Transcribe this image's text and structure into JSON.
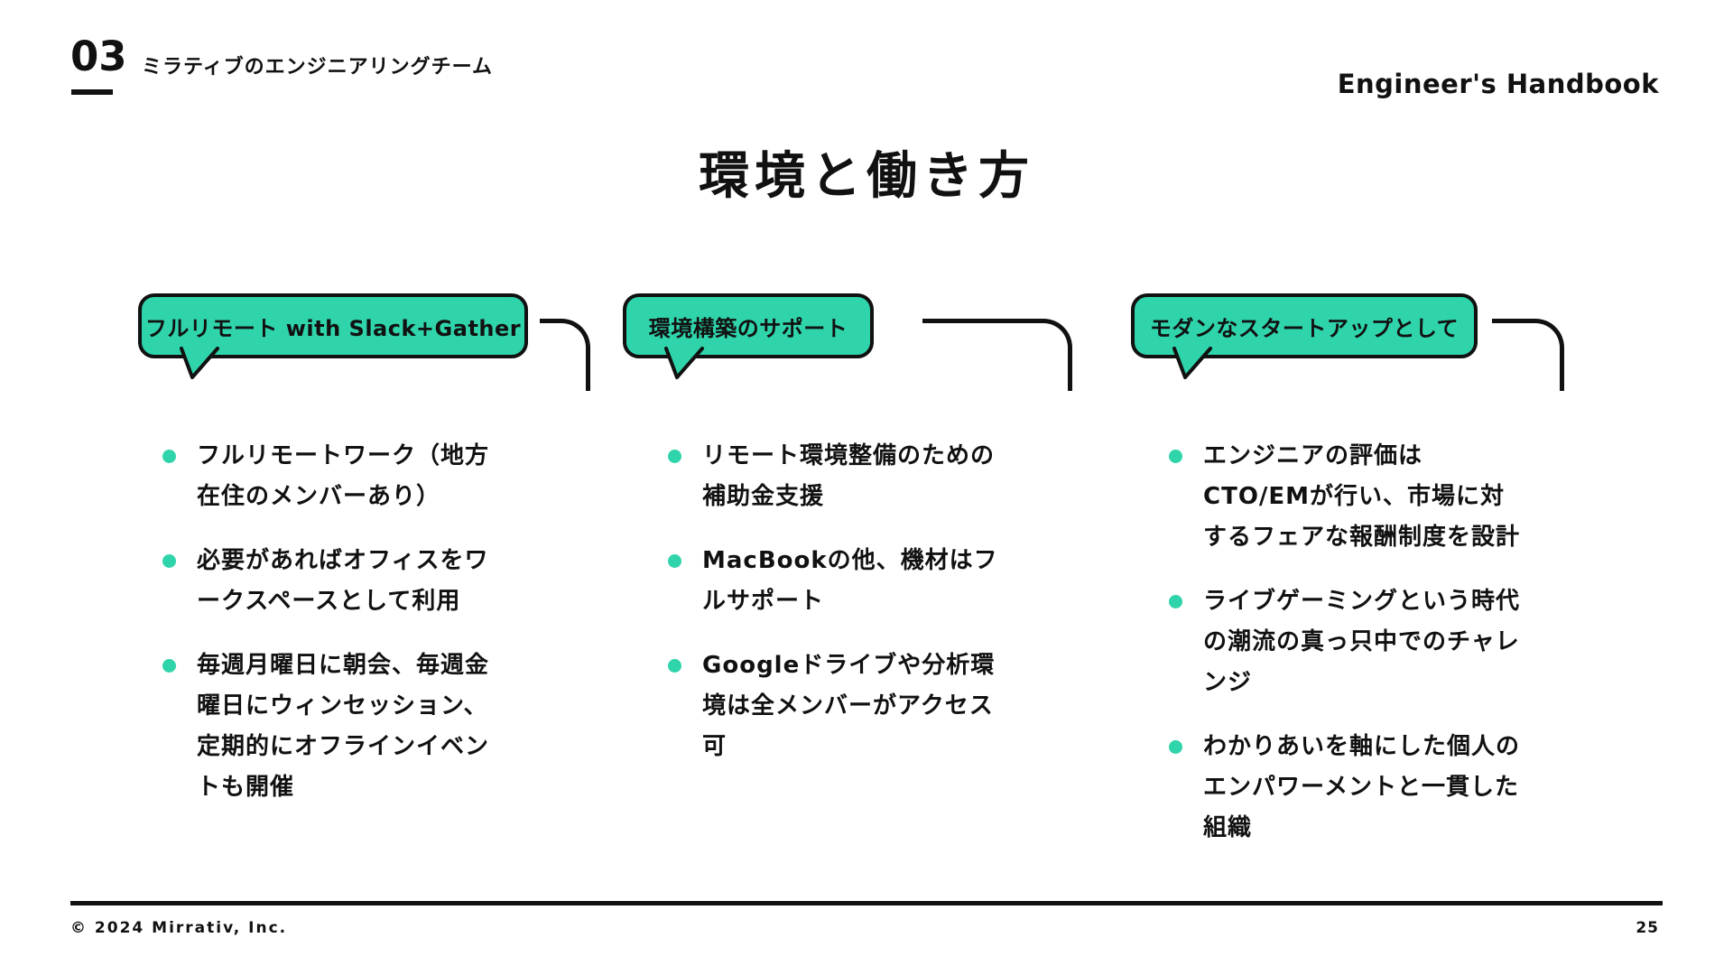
{
  "header": {
    "section_number": "03",
    "section_title": "ミラティブのエンジニアリングチーム",
    "handbook_label": "Engineer's Handbook"
  },
  "slide": {
    "title": "環境と働き方"
  },
  "columns": [
    {
      "bubble": "フルリモート with Slack+Gather",
      "bullets": [
        "フルリモートワーク（地方在住のメンバーあり）",
        "必要があればオフィスをワークスペースとして利用",
        "毎週月曜日に朝会、毎週金曜日にウィンセッション、定期的にオフラインイベントも開催"
      ]
    },
    {
      "bubble": "環境構築のサポート",
      "bullets": [
        "リモート環境整備のための補助金支援",
        "MacBookの他、機材はフルサポート",
        "Googleドライブや分析環境は全メンバーがアクセス可"
      ]
    },
    {
      "bubble": "モダンなスタートアップとして",
      "bullets": [
        "エンジニアの評価はCTO/EMが行い、市場に対するフェアな報酬制度を設計",
        "ライブゲーミングという時代の潮流の真っ只中でのチャレンジ",
        "わかりあいを軸にした個人のエンパワーメントと一貫した組織"
      ]
    }
  ],
  "footer": {
    "copyright": "© 2024 Mirrativ, Inc.",
    "page_number": "25"
  },
  "colors": {
    "accent": "#2FD4AB",
    "ink": "#111111"
  }
}
